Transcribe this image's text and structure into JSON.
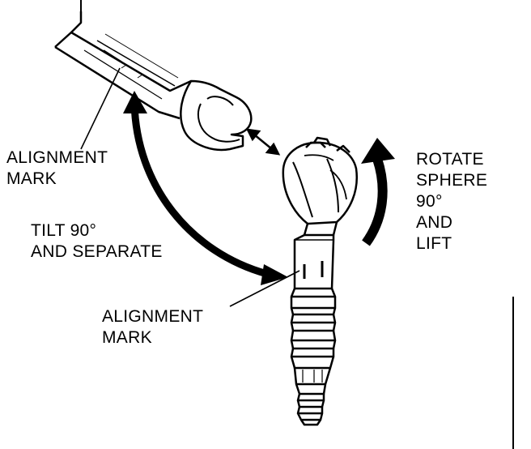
{
  "labels": {
    "alignment_mark_top": [
      "ALIGNMENT",
      "MARK"
    ],
    "tilt": [
      "TILT 90°",
      "AND SEPARATE"
    ],
    "rotate": [
      "ROTATE",
      "SPHERE",
      "90°",
      "AND",
      "LIFT"
    ],
    "alignment_mark_bottom": [
      "ALIGNMENT",
      "MARK"
    ]
  },
  "colors": {
    "ink": "#000000",
    "paper": "#ffffff"
  },
  "icons": {
    "tilt_arrow": "curved-double-arrow-icon",
    "separate_arrow": "double-arrow-icon",
    "rotate_arrow": "curved-up-arrow-icon"
  }
}
